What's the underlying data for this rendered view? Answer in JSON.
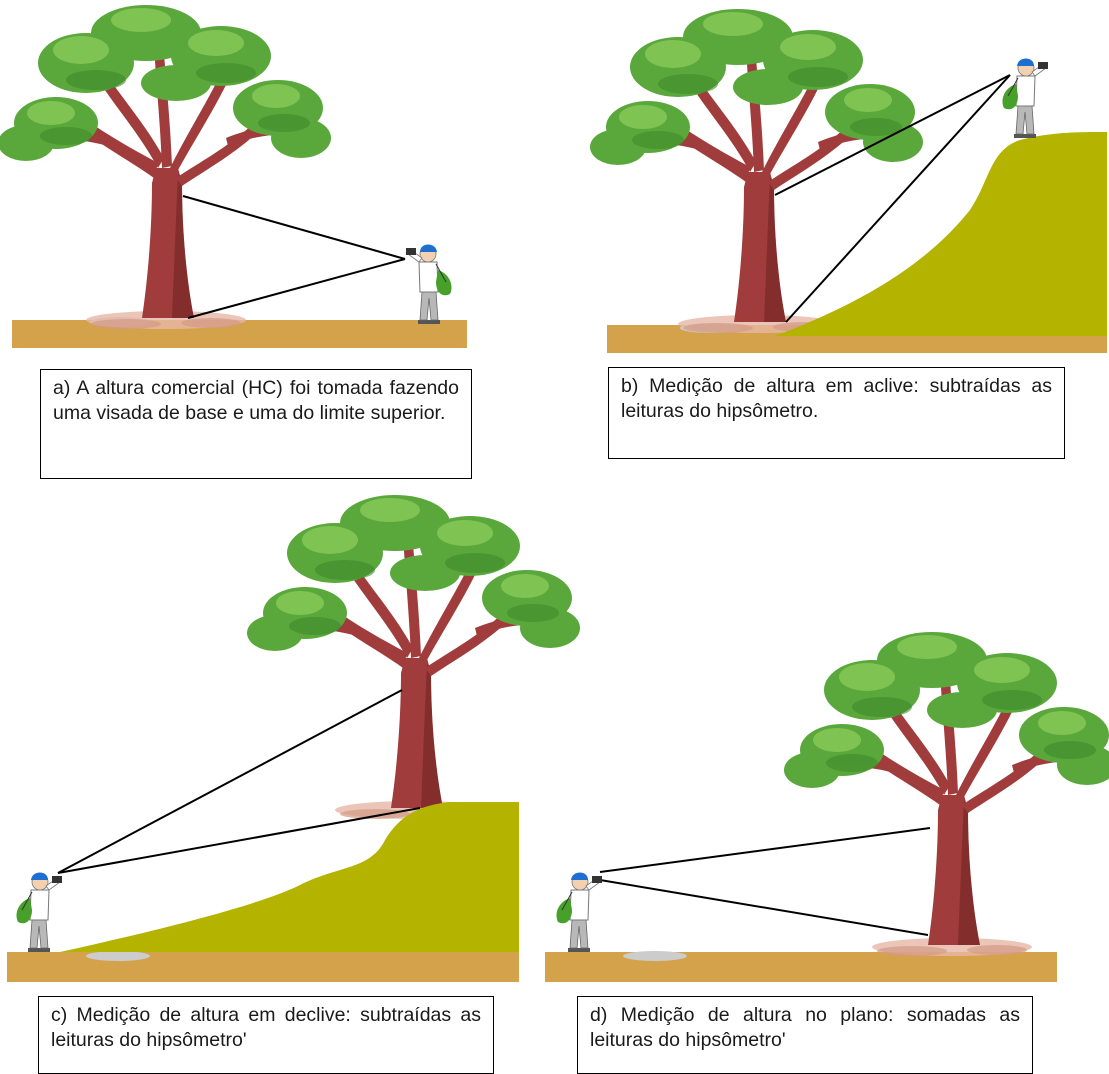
{
  "panels": [
    {
      "id": "a",
      "caption": "a) A altura comercial (HC) foi tomada fazendo uma visada de base e uma do limite superior."
    },
    {
      "id": "b",
      "caption": "b) Medição de altura em aclive: subtraídas as leituras do hipsômetro."
    },
    {
      "id": "c",
      "caption": "c) Medição de altura em declive: subtraídas as leituras do hipsômetro'"
    },
    {
      "id": "d",
      "caption": "d) Medição de altura no plano: somadas as leituras do hipsômetro'"
    }
  ],
  "colors": {
    "ground": "#d4a24a",
    "slope": "#b3b300",
    "trunk": "#9b3a3a",
    "trunk_shade": "#6e2020",
    "foliage": "#5aa83c",
    "foliage_light": "#8ccc5a",
    "soil": "#d9a088",
    "sight_line": "#000000",
    "cap": "#1e6fd0",
    "bag": "#46a02a",
    "pants": "#b8b8b8"
  },
  "icons": [
    "tree-icon",
    "surveyor-icon",
    "hypsometer-icon"
  ]
}
